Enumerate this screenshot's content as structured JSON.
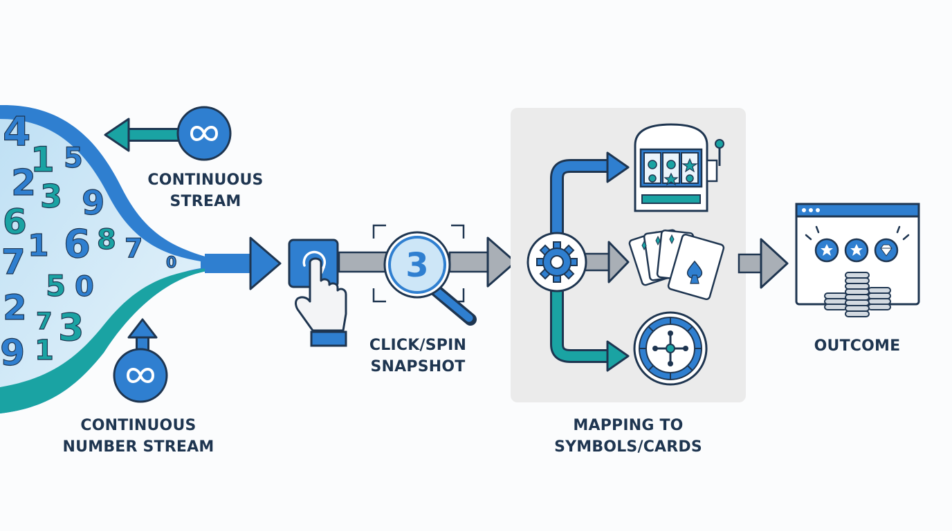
{
  "colors": {
    "primary": "#2f7fd0",
    "teal": "#1aa3a3",
    "outline": "#1e3550",
    "gray": "#a9afb6",
    "panel": "#ebebeb"
  },
  "stream": {
    "digits": [
      "4",
      "1",
      "5",
      "2",
      "3",
      "9",
      "6",
      "1",
      "6",
      "8",
      "7",
      "7",
      "5",
      "0",
      "2",
      "7",
      "3",
      "9",
      "1",
      "0"
    ]
  },
  "labels": {
    "continuous_stream": [
      "CONTINUOUS",
      "STREAM"
    ],
    "continuous_number_stream": [
      "CONTINUOUS",
      "NUMBER STREAM"
    ],
    "click_spin_snapshot": [
      "CLICK/SPIN",
      "SNAPSHOT"
    ],
    "snapshot_number": "3",
    "mapping": [
      "MAPPING TO",
      "SYMBOLS/CARDS"
    ],
    "outcome": "OUTCOME"
  },
  "icons": {
    "infinity_top": "infinity-icon",
    "infinity_bottom": "infinity-icon",
    "click": "hand-click-icon",
    "magnifier": "magnifier-icon",
    "gear": "gear-icon",
    "slot": "slot-machine-icon",
    "cards": "playing-cards-icon",
    "roulette": "roulette-wheel-icon",
    "outcome": "outcome-window-icon"
  }
}
